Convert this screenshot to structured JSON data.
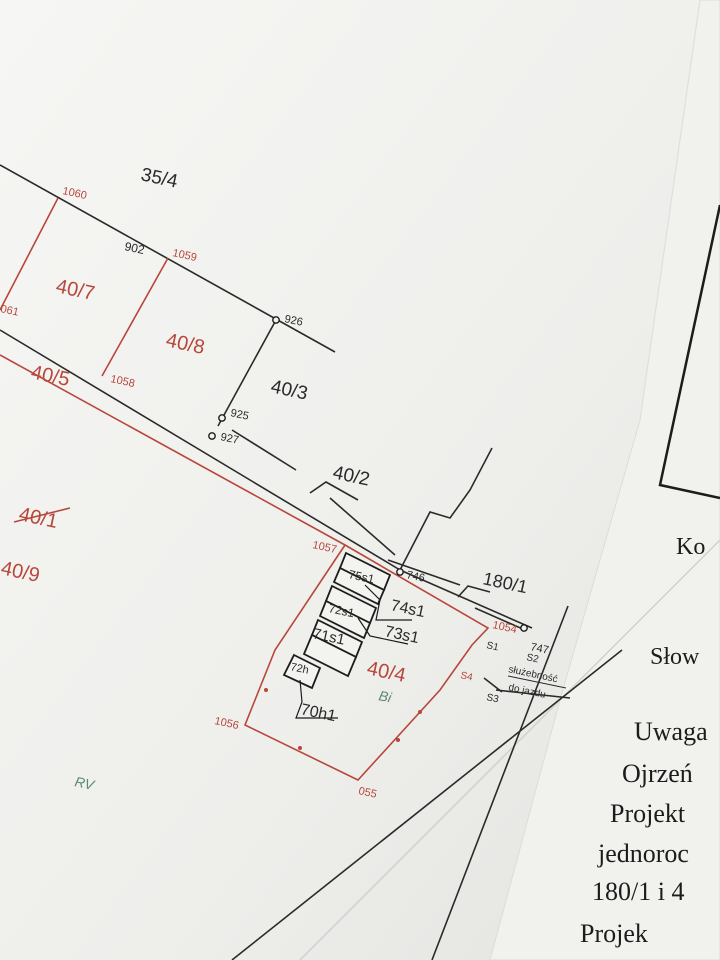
{
  "parcels": {
    "p35_4": "35/4",
    "p40_7": "40/7",
    "p40_8": "40/8",
    "p40_3": "40/3",
    "p40_5": "40/5",
    "p40_2": "40/2",
    "p40_1": "40/1",
    "p40_9": "40/9",
    "p180_1": "180/1",
    "p40_4": "40/4"
  },
  "points": {
    "pt1060": "1060",
    "pt1059": "1059",
    "pt902": "902",
    "pt1061": "061",
    "pt1058": "1058",
    "pt926": "926",
    "pt925": "925",
    "pt927": "927",
    "pt1057": "1057",
    "pt746": "746",
    "pt1054": "1054",
    "pt747": "747",
    "pt1056": "1056",
    "pt1055": "055",
    "ps1": "S1",
    "ps2": "S2",
    "ps3": "S3",
    "ps4": "S4"
  },
  "buildings": {
    "b75s1": "75s1",
    "b74s1": "74s1",
    "b72s1": "72s1",
    "b73s1": "73s1",
    "b71s1": "71s1",
    "b72h": "72h",
    "b70h1": "70h1"
  },
  "land_use": {
    "bi": "Bi",
    "rv": "RV"
  },
  "easement": {
    "line1": "służebność",
    "line2": "do jazdu"
  },
  "document_text": {
    "ko": "Ko",
    "slow": "Słow",
    "uwaga": "Uwaga",
    "ojrzen": "Ojrzeń",
    "projekt": "Projekt",
    "jednoroc": "jednoroc",
    "plot_ref": "180/1 i 4",
    "projekt2": "Projek"
  },
  "colors": {
    "paper": "#f3f3f0",
    "black_line": "#2a2a2a",
    "red_line": "#b8473a",
    "green_label": "#5a8a78"
  }
}
